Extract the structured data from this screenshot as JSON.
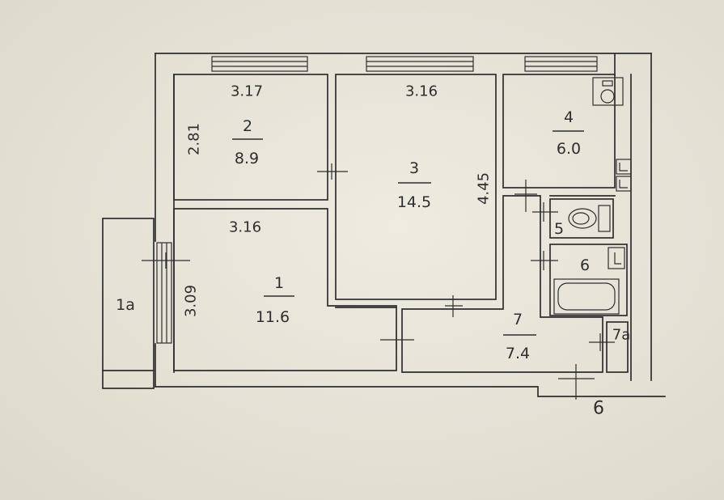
{
  "plan": {
    "rooms": {
      "r1": {
        "number": "1",
        "area": "11.6",
        "width": "3.16",
        "length": "3.09"
      },
      "r1a": {
        "number": "1а"
      },
      "r2": {
        "number": "2",
        "area": "8.9",
        "width": "3.17",
        "length": "2.81"
      },
      "r3": {
        "number": "3",
        "area": "14.5",
        "width": "3.16",
        "length": "4.45"
      },
      "r4": {
        "number": "4",
        "area": "6.0"
      },
      "r5": {
        "number": "5"
      },
      "r6": {
        "number": "6"
      },
      "r7": {
        "number": "7",
        "area": "7.4"
      },
      "r7a": {
        "number": "7а"
      }
    },
    "entrance_label": "6"
  },
  "colors": {
    "paper": "#e9e5d8",
    "ink": "#2e2e2e"
  }
}
